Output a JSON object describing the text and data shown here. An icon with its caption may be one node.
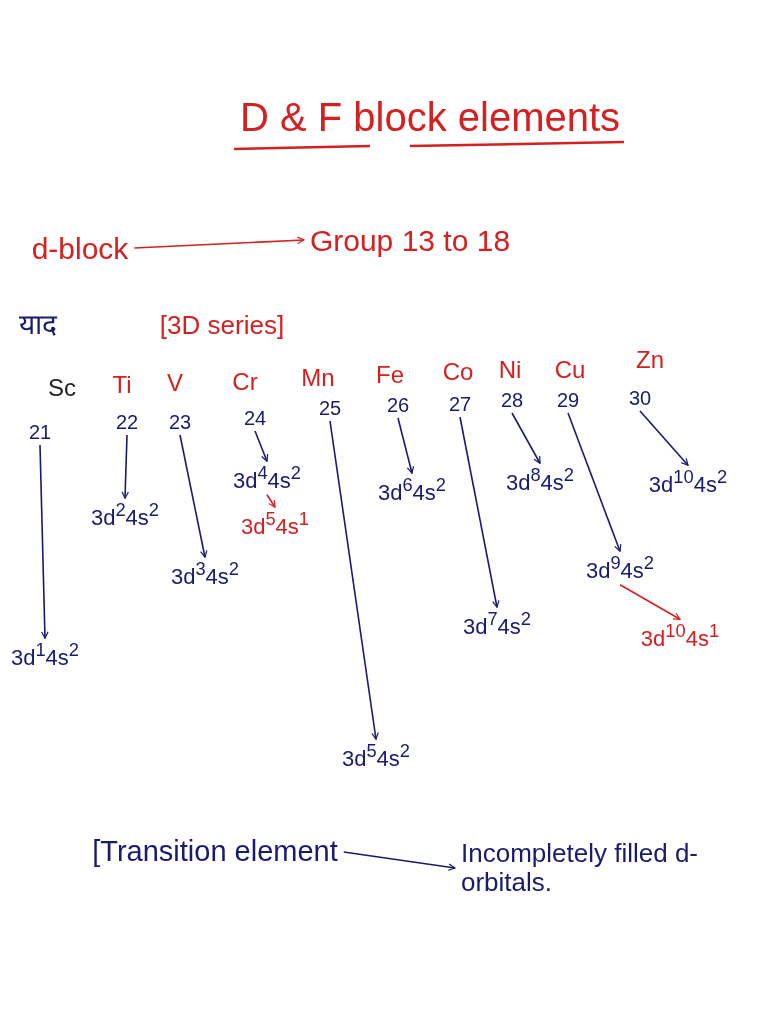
{
  "diagram": {
    "title": "D & F block elements",
    "nodes": [
      {
        "text": [
          "d-block"
        ]
      },
      {
        "text": [
          "Group 13 to 18"
        ]
      },
      {
        "text": [
          "21"
        ]
      },
      {
        "text": [
          "22"
        ]
      },
      {
        "text": [
          "23"
        ]
      },
      {
        "text": [
          "24"
        ]
      },
      {
        "text": [
          "25"
        ]
      },
      {
        "text": [
          "26"
        ]
      },
      {
        "text": [
          "27"
        ]
      },
      {
        "text": [
          "28"
        ]
      },
      {
        "text": [
          "29"
        ]
      },
      {
        "text": [
          "30"
        ]
      },
      {
        "text": [
          "3d$^{4}$4s$^{2}$"
        ]
      },
      {
        "text": [
          "3d$^{8}$4s$^{2}$"
        ]
      },
      {
        "text": [
          "3d$^{10}$4s$^{2}$"
        ]
      },
      {
        "text": [
          "3d$^{6}$4s$^{2}$"
        ]
      },
      {
        "text": [
          "3d$^{2}$4s$^{2}$"
        ]
      },
      {
        "text": [
          "3d$^{5}$4s$^{1}$"
        ]
      },
      {
        "text": [
          "3d$^{3}$4s$^{2}$"
        ]
      },
      {
        "text": [
          "3d$^{9}$4s$^{2}$"
        ]
      },
      {
        "text": [
          "3d$^{7}$4s$^{2}$"
        ]
      },
      {
        "text": [
          "3d$^{10}$4s$^{1}$"
        ]
      },
      {
        "text": [
          "3d$^{1}$4s$^{2}$"
        ]
      },
      {
        "text": [
          "3d$^{5}$4s$^{2}$"
        ]
      },
      {
        "text": [
          "[Transition element"
        ]
      },
      {
        "text": [
          "Incompletely filled d-orbitals."
        ]
      }
    ],
    "edges": [
      {
        "from": 0,
        "to": 1,
        "arrow": "to",
        "color": "#d42020"
      },
      {
        "from": 2,
        "to": 22,
        "arrow": "to"
      },
      {
        "from": 3,
        "to": 16,
        "arrow": "to"
      },
      {
        "from": 4,
        "to": 18,
        "arrow": "to"
      },
      {
        "from": 5,
        "to": 12,
        "arrow": "to"
      },
      {
        "from": 12,
        "to": 17,
        "arrow": "to",
        "color": "#d42020"
      },
      {
        "from": 6,
        "to": 23,
        "arrow": "to"
      },
      {
        "from": 7,
        "to": 15,
        "arrow": "to"
      },
      {
        "from": 8,
        "to": 20,
        "arrow": "to"
      },
      {
        "from": 9,
        "to": 13,
        "arrow": "to"
      },
      {
        "from": 10,
        "to": 19,
        "arrow": "to"
      },
      {
        "from": 19,
        "to": 21,
        "arrow": "to",
        "color": "#d42020"
      },
      {
        "from": 11,
        "to": 14,
        "arrow": "to"
      },
      {
        "from": 24,
        "to": 25,
        "arrow": "to"
      }
    ],
    "labels": [
      "याद",
      "[3D series]",
      "Sc",
      "Ti",
      "V",
      "Cr",
      "Mn",
      "Fe",
      "Co",
      "Ni",
      "Cu",
      "Zn"
    ]
  }
}
